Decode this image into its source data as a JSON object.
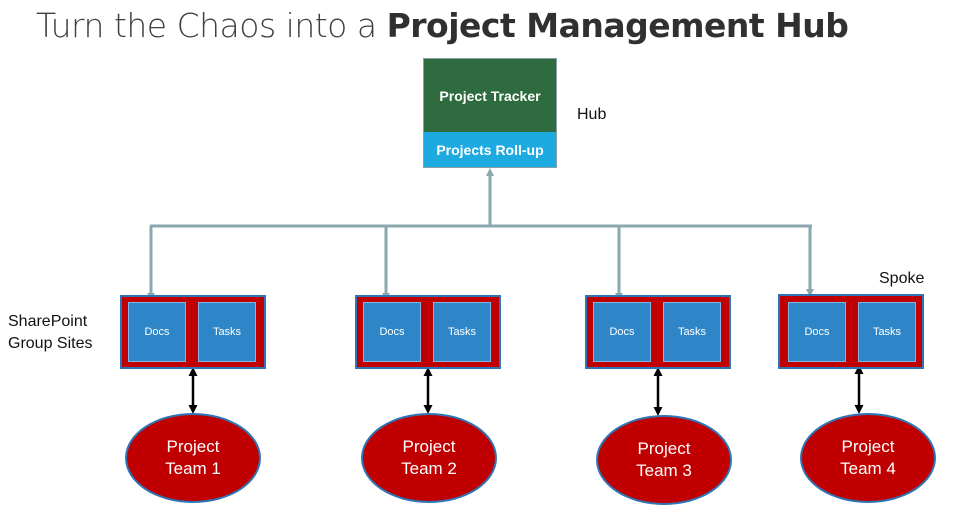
{
  "title": {
    "prefix": "Turn the Chaos into a ",
    "bold": "Project Management Hub"
  },
  "hub": {
    "top_label": "Project Tracker",
    "bottom_label": "Projects Roll-up",
    "side_label": "Hub"
  },
  "spoke_label": "Spoke",
  "sites_label": {
    "line1": "SharePoint",
    "line2": "Group Sites"
  },
  "sites": [
    {
      "docs": "Docs",
      "tasks": "Tasks",
      "team_line1": "Project",
      "team_line2": "Team 1"
    },
    {
      "docs": "Docs",
      "tasks": "Tasks",
      "team_line1": "Project",
      "team_line2": "Team 2"
    },
    {
      "docs": "Docs",
      "tasks": "Tasks",
      "team_line1": "Project",
      "team_line2": "Team 3"
    },
    {
      "docs": "Docs",
      "tasks": "Tasks",
      "team_line1": "Project",
      "team_line2": "Team 4"
    }
  ],
  "colors": {
    "hub_top": "#2e6b3e",
    "hub_bottom": "#1daae0",
    "site_border": "#c00000",
    "tile": "#2e86c9",
    "connector": "#8aa8ad"
  }
}
